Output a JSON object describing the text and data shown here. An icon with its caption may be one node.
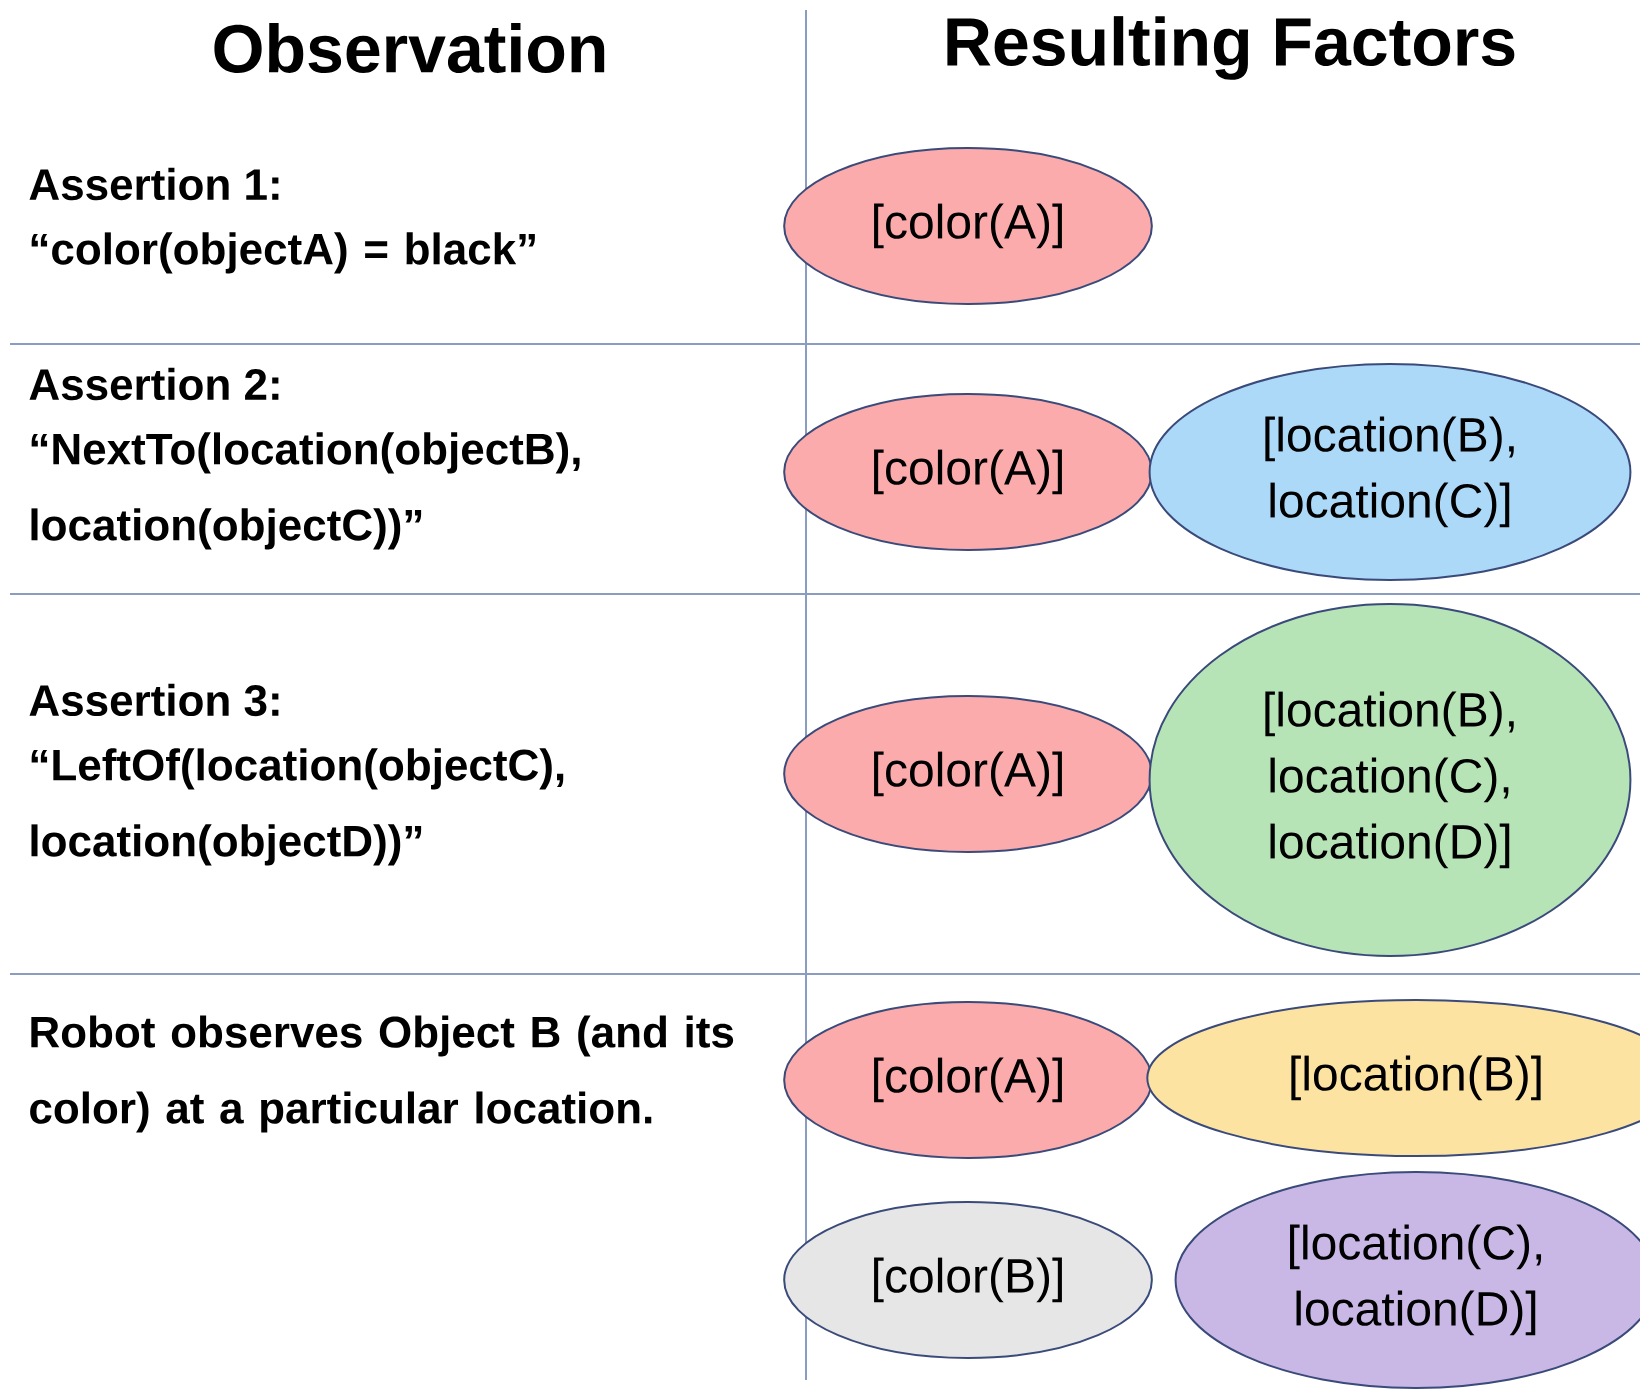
{
  "diagram": {
    "nodes": [
      {
        "text": [
          "[color(A)]"
        ]
      },
      {
        "text": [
          "[color(A)]"
        ]
      },
      {
        "text": [
          "[location(B), location(C)]"
        ]
      },
      {
        "text": [
          "[color(A)]"
        ]
      },
      {
        "text": [
          "[location(B), location(C), location(D)]"
        ]
      },
      {
        "text": [
          "[color(A)]"
        ]
      },
      {
        "text": [
          "[location(B)]"
        ]
      },
      {
        "text": [
          "[color(B)]"
        ]
      },
      {
        "text": [
          "[location(C), location(D)]"
        ]
      }
    ],
    "labels": [
      "Observation",
      "Resulting Factors",
      "Assertion 1:",
      "“color(objectA) = black”",
      "Assertion 2:",
      "“NextTo(location(objectB), location(objectC))”",
      "Assertion 3:",
      "“LeftOf(location(objectC), location(objectD))”",
      "Robot observes Object B (and its color) at a particular location."
    ]
  }
}
